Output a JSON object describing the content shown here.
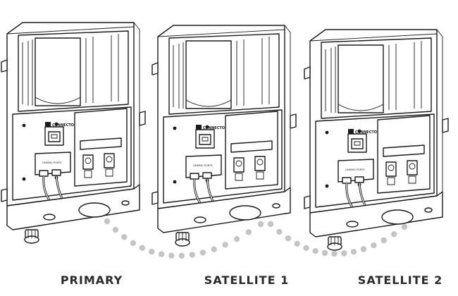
{
  "units": [
    {
      "caption": "PRIMARY",
      "connector_label": "CONNECTOR",
      "port_label": "LINKING PORTS"
    },
    {
      "caption": "SATELLITE 1",
      "connector_label": "CONNECTOR",
      "port_label": "LINKING PORTS"
    },
    {
      "caption": "SATELLITE 2",
      "connector_label": "CONNECTOR",
      "port_label": "LINKING PORTS"
    }
  ],
  "colors": {
    "line": "#1a1a1a",
    "panel_fill": "#ffffff",
    "link_dots": "#c4c4c4"
  }
}
